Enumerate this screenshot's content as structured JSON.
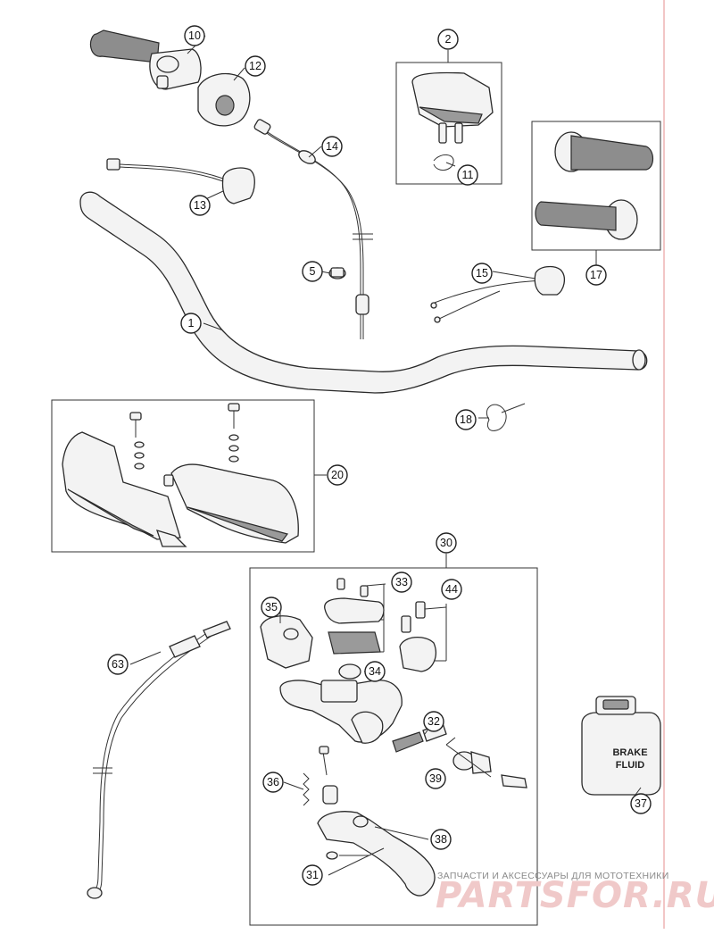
{
  "callouts": [
    {
      "id": "c1",
      "label": "1"
    },
    {
      "id": "c2",
      "label": "2"
    },
    {
      "id": "c5",
      "label": "5"
    },
    {
      "id": "c10",
      "label": "10"
    },
    {
      "id": "c11",
      "label": "11"
    },
    {
      "id": "c12",
      "label": "12"
    },
    {
      "id": "c13",
      "label": "13"
    },
    {
      "id": "c14",
      "label": "14"
    },
    {
      "id": "c15",
      "label": "15"
    },
    {
      "id": "c17",
      "label": "17"
    },
    {
      "id": "c18",
      "label": "18"
    },
    {
      "id": "c20",
      "label": "20"
    },
    {
      "id": "c30",
      "label": "30"
    },
    {
      "id": "c31",
      "label": "31"
    },
    {
      "id": "c32",
      "label": "32"
    },
    {
      "id": "c33",
      "label": "33"
    },
    {
      "id": "c34",
      "label": "34"
    },
    {
      "id": "c35",
      "label": "35"
    },
    {
      "id": "c36",
      "label": "36"
    },
    {
      "id": "c37",
      "label": "37"
    },
    {
      "id": "c38",
      "label": "38"
    },
    {
      "id": "c39",
      "label": "39"
    },
    {
      "id": "c44",
      "label": "44"
    },
    {
      "id": "c63",
      "label": "63"
    }
  ],
  "brake_fluid_label": [
    "BRAKE",
    "FLUID"
  ],
  "watermark": {
    "tagline": "ЗАПЧАСТИ И АКСЕССУАРЫ ДЛЯ МОТОТЕХНИКИ",
    "logo": "PARTSFOR.RU",
    "color": "#e9a9a9"
  },
  "colors": {
    "margin_line": "#e8a0a0",
    "ink": "#2a2a2a"
  }
}
